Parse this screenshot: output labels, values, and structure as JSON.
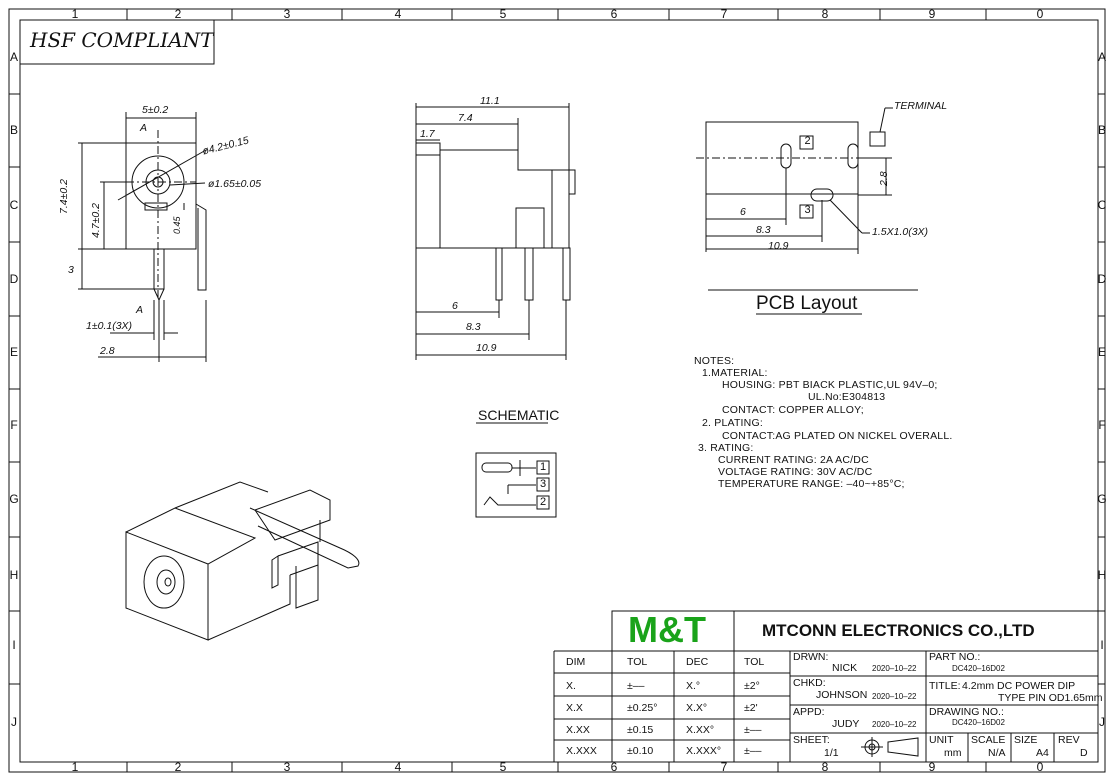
{
  "frame": {
    "columns": [
      "1",
      "2",
      "3",
      "4",
      "5",
      "6",
      "7",
      "8",
      "9",
      "0"
    ],
    "rows": [
      "A",
      "B",
      "C",
      "D",
      "E",
      "F",
      "G",
      "H",
      "I",
      "J"
    ]
  },
  "compliance": "HSF COMPLIANT",
  "dims": {
    "w5": "5±0.2",
    "a_top": "A",
    "phi42": "ø4.2±0.15",
    "phi165": "ø1.65±0.05",
    "h74": "7.4±0.2",
    "h47": "4.7±0.2",
    "d045": "0.45",
    "d3": "3",
    "a_bot": "A",
    "pin1": "1±0.1(3X)",
    "d28": "2.8",
    "s111": "11.1",
    "s74": "7.4",
    "s17": "1.7",
    "s6": "6",
    "s83": "8.3",
    "s109": "10.9",
    "terminal": "TERMINAL",
    "p28": "2.8",
    "p6": "6",
    "p83": "8.3",
    "p109": "10.9",
    "hole": "1.5X1.0(3X)",
    "pin_a": "2",
    "pin_b": "3"
  },
  "pcb_layout": "PCB Layout",
  "schematic": {
    "title": "SCHEMATIC",
    "pins": [
      "1",
      "3",
      "2"
    ]
  },
  "notes": [
    "NOTES:",
    "1.MATERIAL:",
    "HOUSING:  PBT  BIACK  PLASTIC,UL  94V–0;",
    "UL.No:E304813",
    "CONTACT:  COPPER  ALLOY;",
    "2. PLATING:",
    "CONTACT:AG  PLATED  ON  NICKEL  OVERALL.",
    "3. RATING:",
    "CURRENT  RATING:  2A  AC/DC",
    "VOLTAGE  RATING:  30V  AC/DC",
    "TEMPERATURE  RANGE:  –40~+85°C;"
  ],
  "title_block": {
    "logo": "M&T",
    "company": "MTCONN ELECTRONICS CO.,LTD",
    "tol_headers": [
      "DIM",
      "TOL",
      "DEC",
      "TOL"
    ],
    "tol_rows": [
      [
        "X.",
        "±––",
        "X.°",
        "±2°"
      ],
      [
        "X.X",
        "±0.25°",
        "X.X°",
        "±2'"
      ],
      [
        "X.XX",
        "±0.15",
        "X.XX°",
        "±––"
      ],
      [
        "X.XXX",
        "±0.10",
        "X.XXX°",
        "±––"
      ]
    ],
    "drwn_label": "DRWN:",
    "drwn_name": "NICK",
    "drwn_date": "2020–10–22",
    "chkd_label": "CHKD:",
    "chkd_name": "JOHNSON",
    "chkd_date": "2020–10–22",
    "appd_label": "APPD:",
    "appd_name": "JUDY",
    "appd_date": "2020–10–22",
    "sheet_label": "SHEET:",
    "sheet_value": "1/1",
    "part_label": "PART NO.:",
    "part_value": "DC420–16D02",
    "title_label": "TITLE:",
    "title_line1": "4.2mm  DC  POWER  DIP",
    "title_line2": "TYPE  PIN  OD1.65mm",
    "drawing_label": "DRAWING NO.:",
    "drawing_value": "DC420–16D02",
    "unit_label": "UNIT",
    "unit_value": "mm",
    "scale_label": "SCALE",
    "scale_value": "N/A",
    "size_label": "SIZE",
    "size_value": "A4",
    "rev_label": "REV",
    "rev_value": "D"
  },
  "colors": {
    "logo": "#1aa31a",
    "ink": "#111111"
  }
}
